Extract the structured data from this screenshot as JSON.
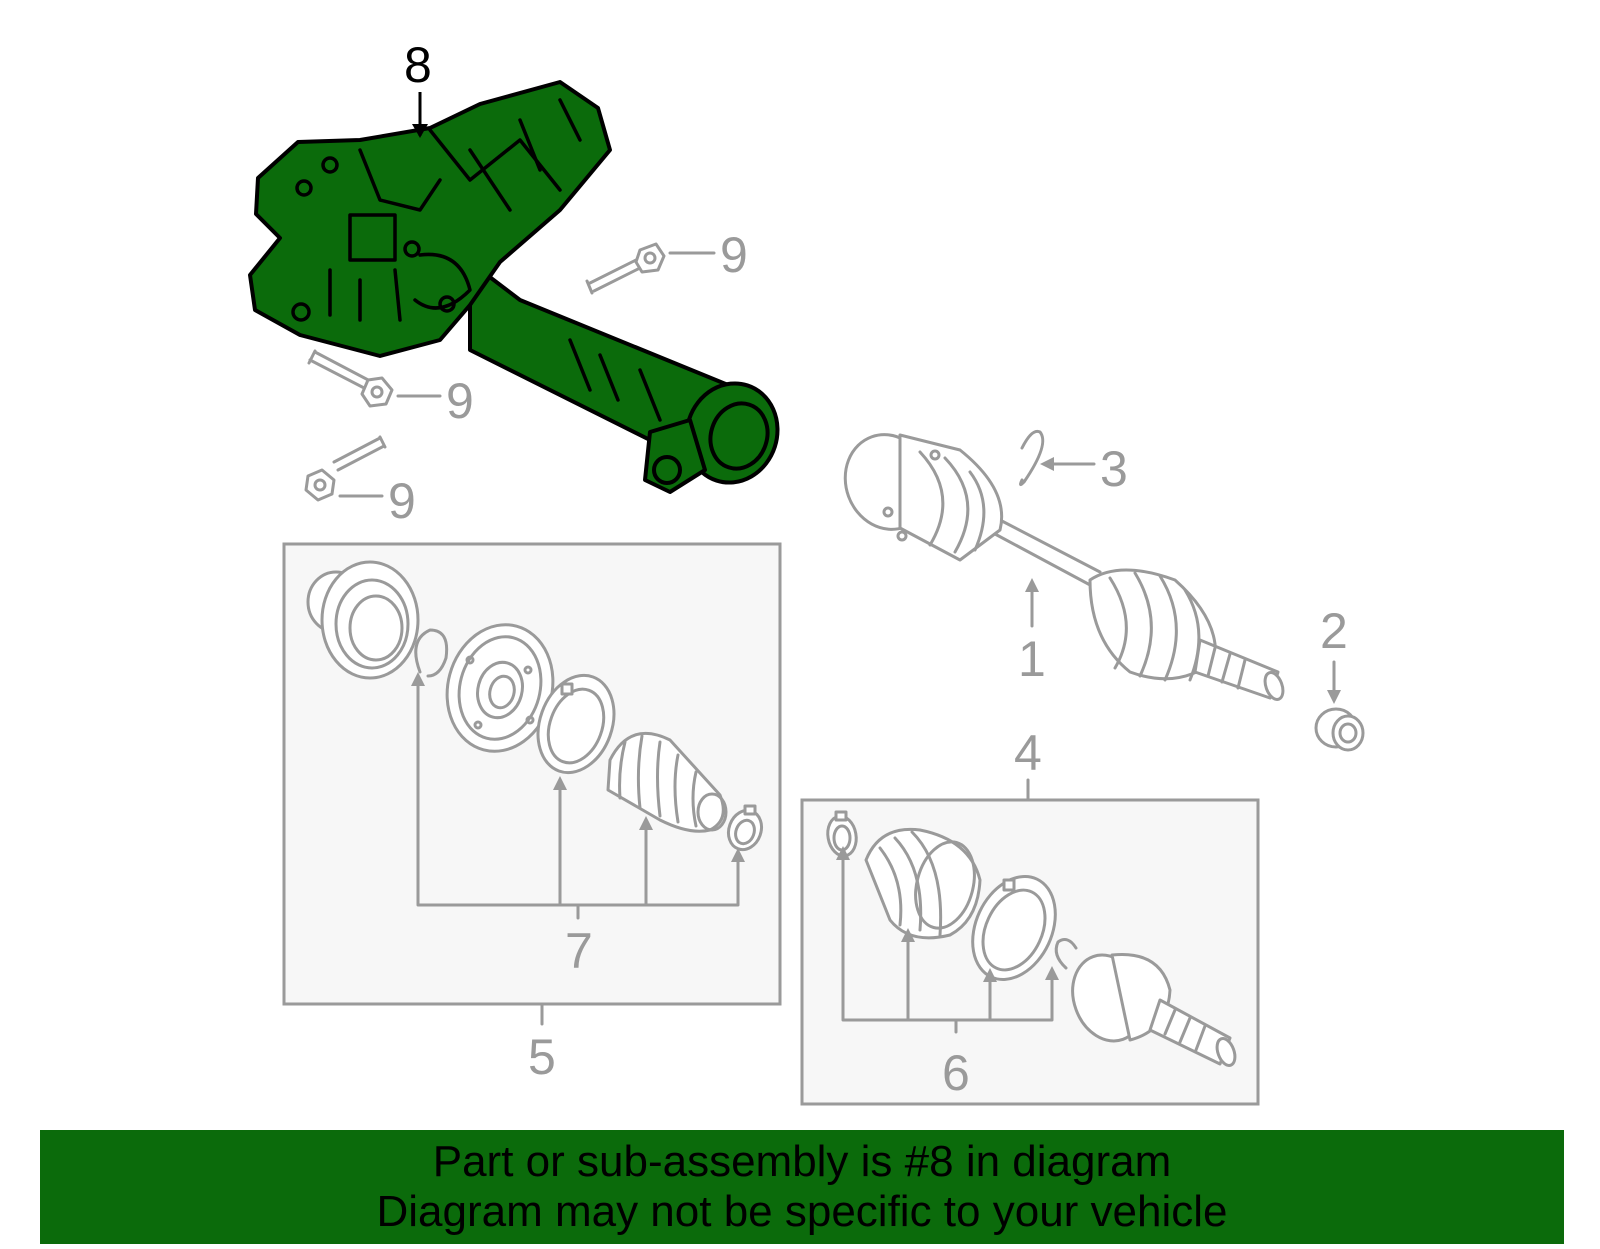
{
  "diagram": {
    "callouts": {
      "c1": "1",
      "c2": "2",
      "c3": "3",
      "c4": "4",
      "c5": "5",
      "c6": "6",
      "c7": "7",
      "c8": "8",
      "c9a": "9",
      "c9b": "9",
      "c9c": "9"
    },
    "highlighted_part": "8",
    "colors": {
      "highlight_fill": "#0b6b0b",
      "line": "#9a9a9a",
      "box_fill": "#f7f7f7",
      "banner_fill": "#0b6b0b"
    }
  },
  "banner": {
    "line1": "Part or sub-assembly is #8 in diagram",
    "line2": "Diagram may not be specific to your vehicle"
  }
}
